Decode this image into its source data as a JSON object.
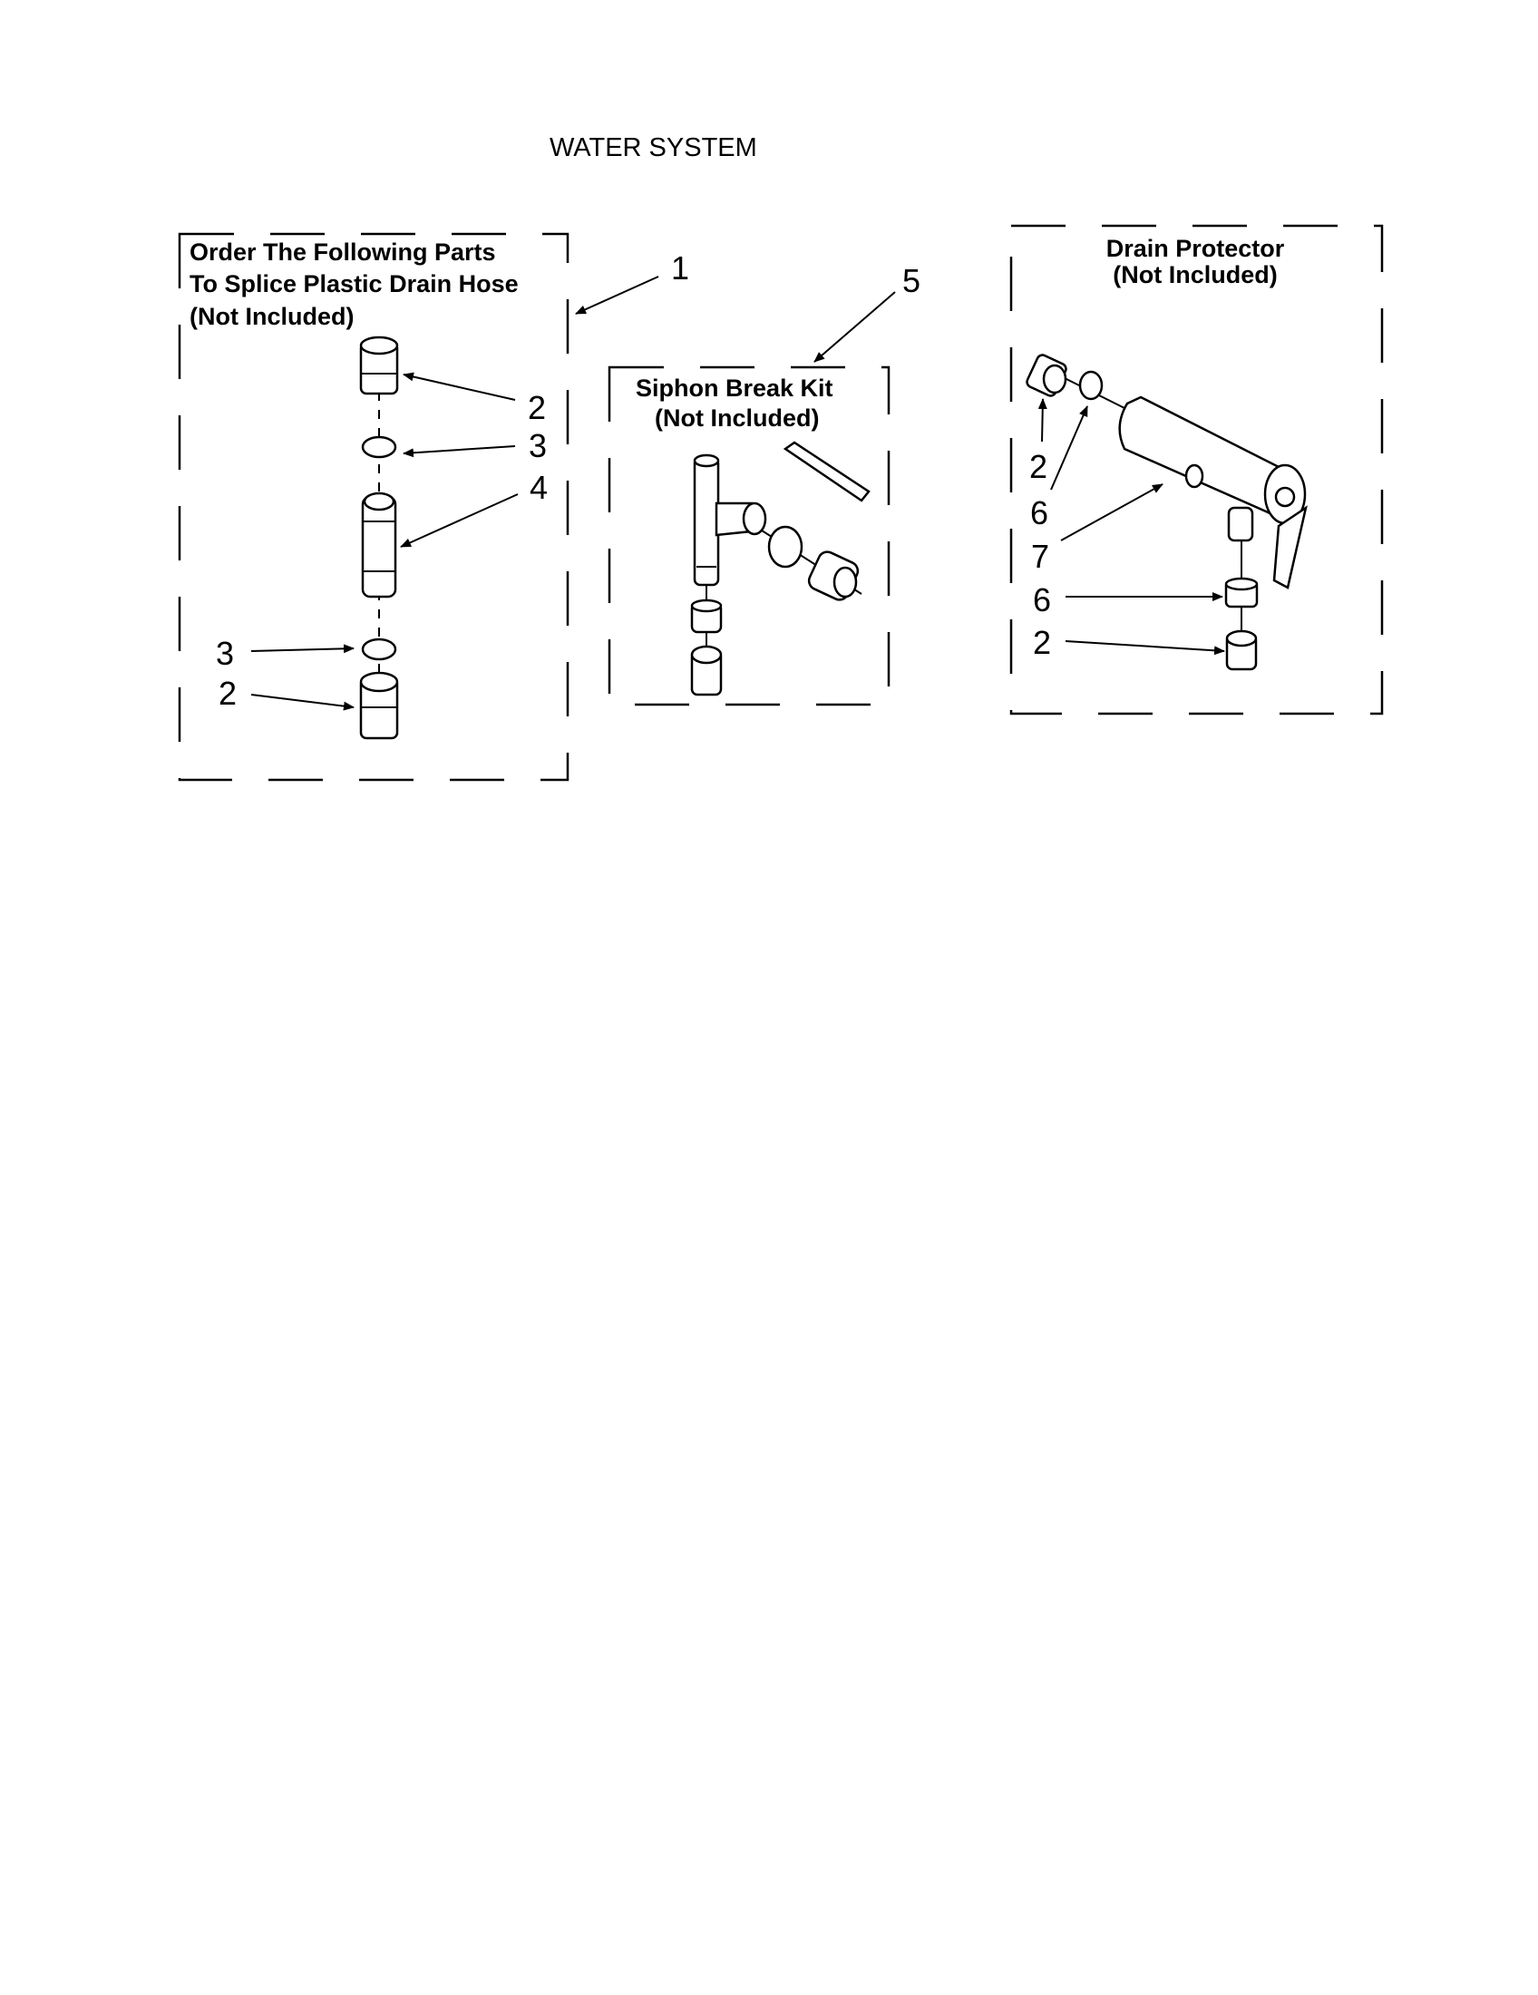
{
  "title": "WATER SYSTEM",
  "splice_group": {
    "heading_lines": [
      "Order The Following Parts",
      "To Splice Plastic Drain Hose",
      "(Not Included)"
    ],
    "group_callout": "1",
    "callouts": [
      "2",
      "3",
      "4",
      "3",
      "2"
    ]
  },
  "siphon_group": {
    "heading_lines": [
      "Siphon Break Kit",
      "(Not Included)"
    ],
    "group_callout": "5"
  },
  "drain_group": {
    "heading_lines": [
      "Drain Protector",
      "(Not Included)"
    ],
    "callouts": [
      "2",
      "6",
      "7",
      "6",
      "2"
    ]
  }
}
